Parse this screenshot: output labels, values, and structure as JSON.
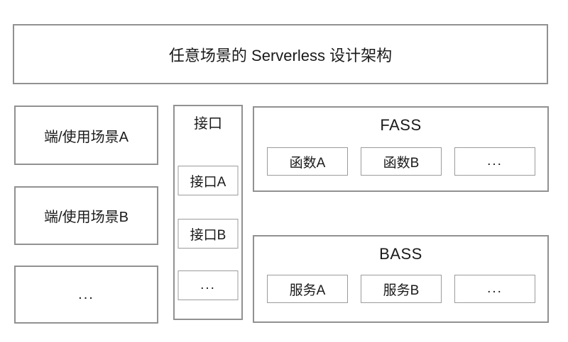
{
  "colors": {
    "background": "#ffffff",
    "outer_border": "#919191",
    "inner_border": "#9b9b9b",
    "text": "#1a1a1a"
  },
  "title": "任意场景的 Serverless 设计架构",
  "clients": {
    "items": [
      "端/使用场景A",
      "端/使用场景B",
      "..."
    ]
  },
  "interfaces": {
    "title": "接口",
    "items": [
      "接口A",
      "接口B",
      "..."
    ]
  },
  "fass": {
    "title": "FASS",
    "items": [
      "函数A",
      "函数B",
      "..."
    ]
  },
  "bass": {
    "title": "BASS",
    "items": [
      "服务A",
      "服务B",
      "..."
    ]
  }
}
